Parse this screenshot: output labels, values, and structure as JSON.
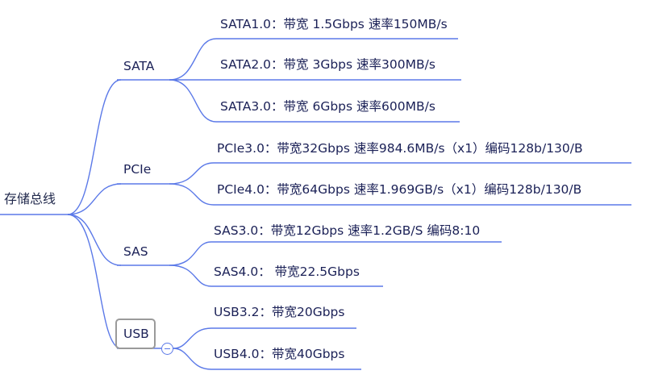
{
  "colors": {
    "line": "#5b79e8",
    "text": "#1b2157",
    "selection_border": "#9a9a9a"
  },
  "root": {
    "label": "存储总线"
  },
  "branches": [
    {
      "label": "SATA",
      "children": [
        "SATA1.0：带宽 1.5Gbps  速率150MB/s",
        "SATA2.0：带宽 3Gbps    速率300MB/s",
        "SATA3.0：带宽 6Gbps    速率600MB/s"
      ]
    },
    {
      "label": "PCIe",
      "children": [
        "PCIe3.0：带宽32Gbps  速率984.6MB/s（x1）编码128b/130/B",
        "PCIe4.0：带宽64Gbps 速率1.969GB/s（x1）编码128b/130/B"
      ]
    },
    {
      "label": "SAS",
      "children": [
        "SAS3.0：带宽12Gbps    速率1.2GB/S  编码8:10",
        "SAS4.0：  带宽22.5Gbps"
      ]
    },
    {
      "label": "USB",
      "selected": true,
      "collapse_icon": "minus-circle",
      "children": [
        "USB3.2：带宽20Gbps",
        "USB4.0：带宽40Gbps"
      ]
    }
  ]
}
